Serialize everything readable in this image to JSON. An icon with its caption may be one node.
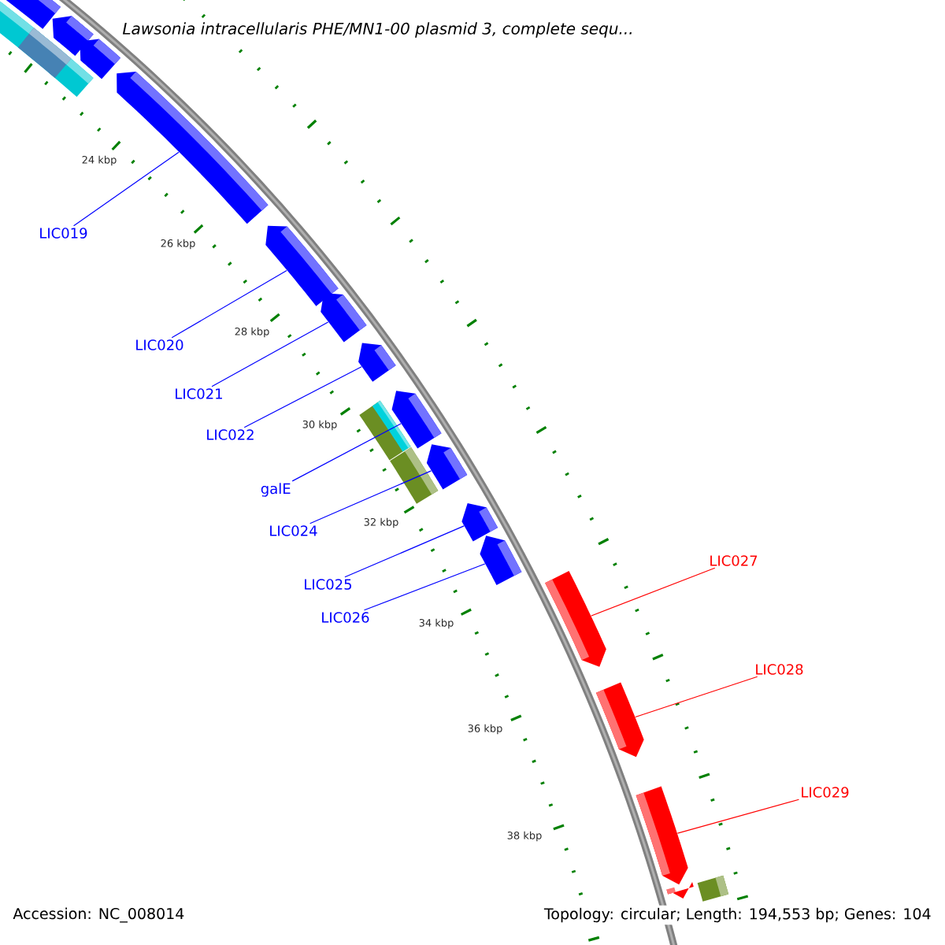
{
  "diagram": {
    "title": "Lawsonia intracellularis PHE/MN1-00 plasmid 3, complete sequ...",
    "nodes": [
      {
        "text": [
          "LIC019"
        ]
      },
      {
        "text": [
          "LIC020"
        ]
      },
      {
        "text": [
          "LIC021"
        ]
      },
      {
        "text": [
          "LIC022"
        ]
      },
      {
        "text": [
          "galE"
        ]
      },
      {
        "text": [
          "LIC024"
        ]
      },
      {
        "text": [
          "LIC025"
        ]
      },
      {
        "text": [
          "LIC026"
        ]
      },
      {
        "text": [],
        "shape": "arrow"
      },
      {
        "text": [],
        "shape": "arrow"
      },
      {
        "text": [],
        "shape": "arrow"
      },
      {
        "text": [],
        "shape": "arrow"
      },
      {
        "text": [],
        "shape": "arrow"
      },
      {
        "text": [],
        "shape": "arrow"
      },
      {
        "text": [],
        "shape": "arrow"
      },
      {
        "text": [],
        "shape": "arrow"
      },
      {
        "text": [
          "LIC027"
        ]
      },
      {
        "text": [
          "LIC028"
        ]
      },
      {
        "text": [
          "LIC029"
        ]
      },
      {
        "text": [],
        "shape": "arrow"
      },
      {
        "text": [],
        "shape": "arrow"
      },
      {
        "text": [],
        "shape": "arrow"
      },
      {
        "text": [],
        "shape": "arrow"
      },
      {
        "text": [],
        "shape": "arrow"
      },
      {
        "text": [],
        "shape": "arrow"
      },
      {
        "text": [],
        "shape": "arrow"
      }
    ],
    "edges": [
      {
        "from": 0,
        "to": 8,
        "arrow": "none"
      },
      {
        "from": 1,
        "to": 9,
        "arrow": "none"
      },
      {
        "from": 2,
        "to": 10,
        "arrow": "none"
      },
      {
        "from": 3,
        "to": 11,
        "arrow": "none"
      },
      {
        "from": 4,
        "to": 12,
        "arrow": "none"
      },
      {
        "from": 5,
        "to": 13,
        "arrow": "none"
      },
      {
        "from": 6,
        "to": 14,
        "arrow": "none"
      },
      {
        "from": 7,
        "to": 15,
        "arrow": "none"
      },
      {
        "from": 16,
        "to": 19,
        "arrow": "none",
        "color": "#ff0000"
      },
      {
        "from": 17,
        "to": 20,
        "arrow": "none",
        "color": "#ff0000"
      },
      {
        "from": 18,
        "to": 21,
        "arrow": "none",
        "color": "#ff0000"
      }
    ],
    "labels": [
      "24 kbp",
      "26 kbp",
      "28 kbp",
      "30 kbp",
      "32 kbp",
      "34 kbp",
      "36 kbp",
      "38 kbp",
      "Accession: NC_008014",
      "Topology: circular; Length: 194,553 bp; Genes: 104"
    ]
  }
}
